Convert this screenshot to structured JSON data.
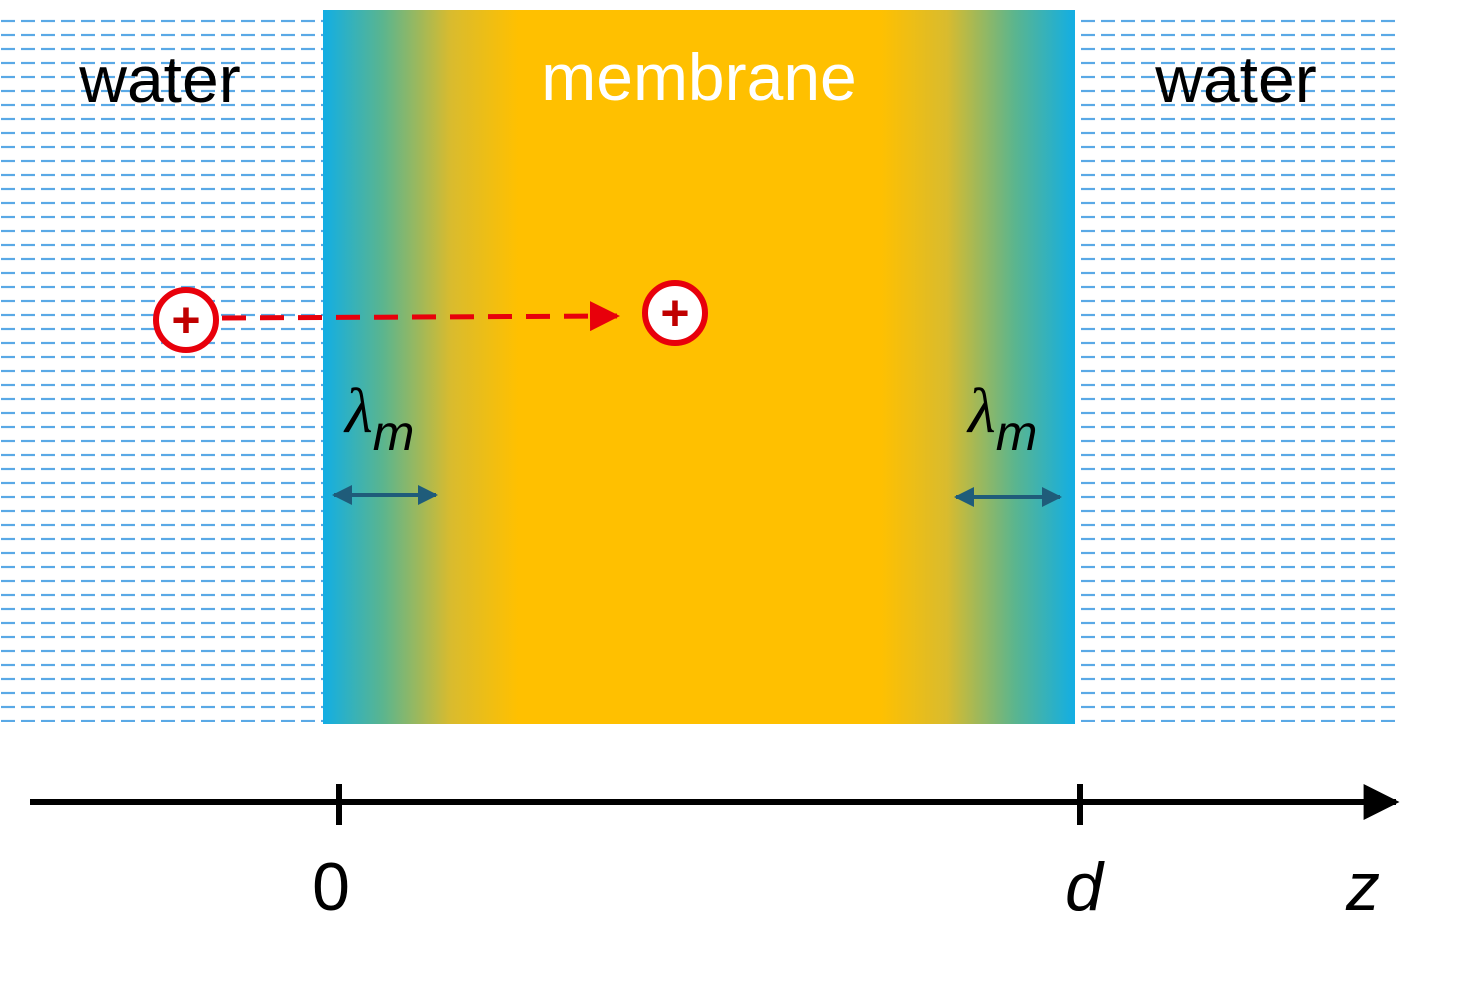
{
  "regions": {
    "left_label": "water",
    "center_label": "membrane",
    "right_label": "water"
  },
  "colors": {
    "water_dash": "#5aa9e6",
    "membrane_core": "#ffc000",
    "membrane_edge": "#12aee4",
    "membrane_label": "#ffffff",
    "ion": "#e8000b",
    "ion_sign": "#c00000",
    "width_arrow": "#1f5c7a",
    "axis": "#000000"
  },
  "ion": {
    "symbol": "+",
    "initial_position": "water",
    "final_position": "membrane"
  },
  "width_markers": {
    "left": {
      "symbol": "λ",
      "subscript": "m"
    },
    "right": {
      "symbol": "λ",
      "subscript": "m"
    }
  },
  "axis": {
    "tick_origin": "0",
    "tick_thickness": "d",
    "variable": "z"
  }
}
